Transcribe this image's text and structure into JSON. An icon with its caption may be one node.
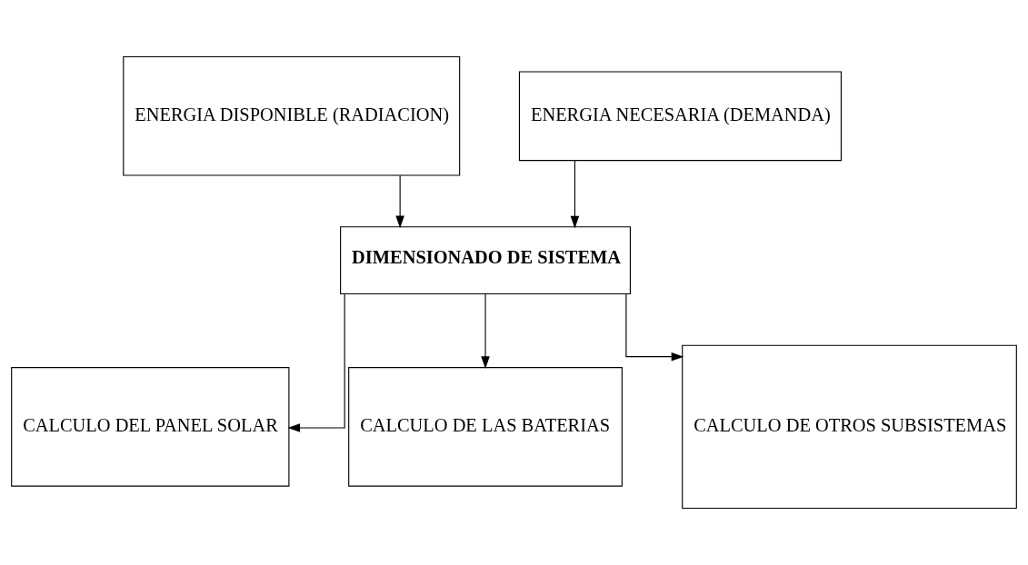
{
  "diagram": {
    "nodes": [
      {
        "text": [
          "ENERGIA DISPONIBLE (RADIACION)"
        ]
      },
      {
        "text": [
          "ENERGIA NECESARIA (DEMANDA)"
        ]
      },
      {
        "text": [
          "DIMENSIONADO DE SISTEMA"
        ]
      },
      {
        "text": [
          "CALCULO DEL PANEL SOLAR"
        ]
      },
      {
        "text": [
          "CALCULO DE LAS BATERIAS"
        ]
      },
      {
        "text": [
          "CALCULO DE OTROS SUBSISTEMAS"
        ]
      }
    ],
    "edges": [
      {
        "from": 0,
        "to": 2,
        "arrow": "to"
      },
      {
        "from": 1,
        "to": 2,
        "arrow": "to"
      },
      {
        "from": 2,
        "to": 3,
        "arrow": "to"
      },
      {
        "from": 2,
        "to": 4,
        "arrow": "to"
      },
      {
        "from": 2,
        "to": 5,
        "arrow": "to"
      }
    ]
  }
}
